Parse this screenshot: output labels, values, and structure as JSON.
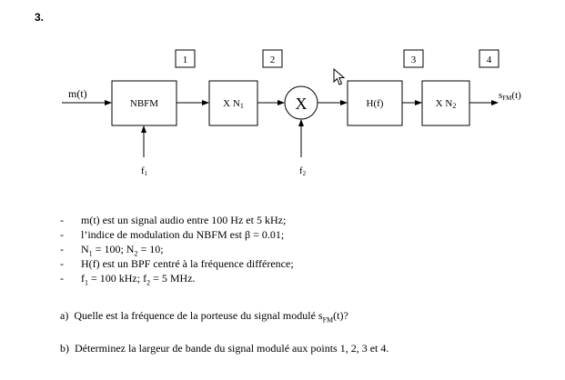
{
  "problem_number": "3.",
  "diagram": {
    "input_label": "m(t)",
    "output_label": {
      "base": "s",
      "sub": "FM",
      "tail": "(t)"
    },
    "blocks": {
      "nbfm": "NBFM",
      "mult1": {
        "base": "X N",
        "sub": "1"
      },
      "mixer": "X",
      "filter": "H(f)",
      "mult2": {
        "base": "X N",
        "sub": "2"
      }
    },
    "points": [
      "1",
      "2",
      "3",
      "4"
    ],
    "f1": {
      "base": "f",
      "sub": "1"
    },
    "f2": {
      "base": "f",
      "sub": "2"
    }
  },
  "bullets": {
    "b1": "m(t) est un signal audio entre 100 Hz et 5 kHz;",
    "b2": "l’indice de modulation du NBFM est β = 0.01;",
    "b3": {
      "a": "N",
      "a_sub": "1",
      "a_tail": " = 100; N",
      "b_sub": "2",
      "b_tail": " = 10;"
    },
    "b4": "H(f) est un BPF centré à la fréquence différence;",
    "b5": {
      "a": "f",
      "a_sub": "1",
      "a_tail": " = 100 kHz; f",
      "b_sub": "2",
      "b_tail": " = 5 MHz."
    }
  },
  "questions": {
    "a": {
      "label": "a)",
      "text": "Quelle est la fréquence de la porteuse du signal modulé s",
      "sub": "FM",
      "tail": "(t)?"
    },
    "b": {
      "label": "b)",
      "text": "Déterminez la largeur de bande du signal modulé aux points 1, 2, 3 et 4."
    }
  },
  "icons": {
    "cursor": "mouse-pointer-icon"
  }
}
